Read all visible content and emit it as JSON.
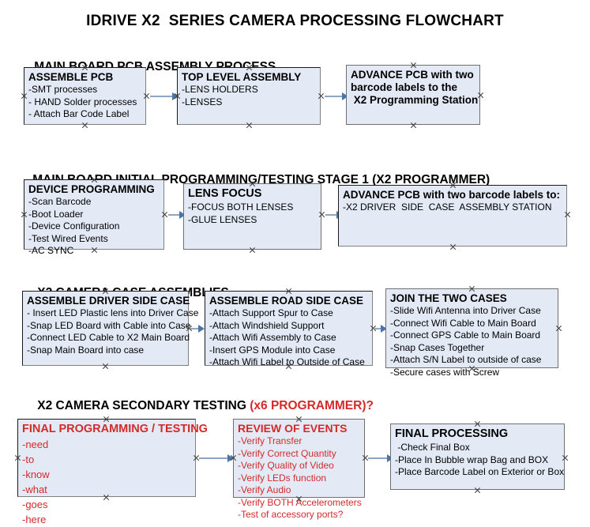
{
  "title": "IDRIVE X2  SERIES CAMERA PROCESSING FLOWCHART",
  "sections": [
    {
      "heading": "MAIN BOARD PCB ASSEMBLY PROCESS",
      "heading_accent": "",
      "boxes": [
        {
          "title": "ASSEMBLE PCB",
          "lines": [
            "-SMT processes",
            "- HAND Solder processes",
            "- Attach Bar Code Label"
          ]
        },
        {
          "title": "TOP LEVEL ASSEMBLY",
          "lines": [
            "-LENS HOLDERS",
            "-LENSES"
          ]
        },
        {
          "title": "ADVANCE PCB with two",
          "lines": [
            "barcode labels to the",
            " X2 Programming Station"
          ]
        }
      ]
    },
    {
      "heading": "MAIN BOARD INITIAL PROGRAMMING/TESTING STAGE 1 (X2 PROGRAMMER)",
      "heading_accent": "",
      "boxes": [
        {
          "title": "DEVICE PROGRAMMING",
          "lines": [
            "-Scan Barcode",
            "-Boot Loader",
            "-Device Configuration",
            "-Test Wired Events",
            "-AC SYNC"
          ]
        },
        {
          "title": "LENS FOCUS",
          "lines": [
            "-FOCUS BOTH LENSES",
            "-GLUE LENSES"
          ]
        },
        {
          "title": "ADVANCE PCB with two barcode labels to:",
          "lines": [
            "-X2 DRIVER  SIDE  CASE  ASSEMBLY STATION"
          ]
        }
      ]
    },
    {
      "heading": "X2 CAMERA CASE ASSEMBLIES",
      "heading_accent": "",
      "boxes": [
        {
          "title": "ASSEMBLE DRIVER SIDE CASE",
          "lines": [
            "- Insert LED Plastic lens into Driver Case",
            "-Snap LED Board with Cable into Case",
            "-Connect LED Cable to X2 Main Board",
            "-Snap Main Board into case"
          ]
        },
        {
          "title": "ASSEMBLE ROAD SIDE CASE",
          "lines": [
            "-Attach Support Spur to Case",
            "-Attach Windshield Support",
            "-Attach Wifi Assembly to Case",
            "-Insert GPS Module into Case",
            "-Attach Wifi Label to Outside of Case"
          ]
        },
        {
          "title": "JOIN THE TWO CASES",
          "lines": [
            "-Slide Wifi Antenna into Driver Case",
            "-Connect Wifi Cable to Main Board",
            "-Connect GPS Cable to Main Board",
            "-Snap Cases Together",
            "-Attach S/N Label to outside of case",
            "-Secure cases with Screw"
          ]
        }
      ]
    },
    {
      "heading": "X2 CAMERA SECONDARY TESTING ",
      "heading_accent": "(x6 PROGRAMMER)?",
      "boxes": [
        {
          "title": "FINAL PROGRAMMING / TESTING",
          "lines": [
            "-need",
            "-to",
            "-know",
            "-what",
            "-goes",
            "-here"
          ]
        },
        {
          "title": "REVIEW OF EVENTS",
          "lines": [
            "-Verify Transfer",
            "-Verify Correct Quantity",
            "-Verify Quality of Video",
            "-Verify LEDs function",
            "-Verify Audio",
            "-Verify BOTH Accelerometers",
            "-Test of accessory ports?"
          ]
        },
        {
          "title": "FINAL PROCESSING",
          "lines": [
            " -Check Final Box",
            "-Place In Bubble wrap Bag and BOX",
            "-Place Barcode Label on Exterior or Box"
          ]
        }
      ]
    }
  ],
  "colors": {
    "box_fill": "#e3eaf5",
    "box_border": "#1a1a1a",
    "accent_red": "#d42a2a",
    "arrow_shaft": "#8ea6bf",
    "arrow_head": "#4a75a8"
  }
}
